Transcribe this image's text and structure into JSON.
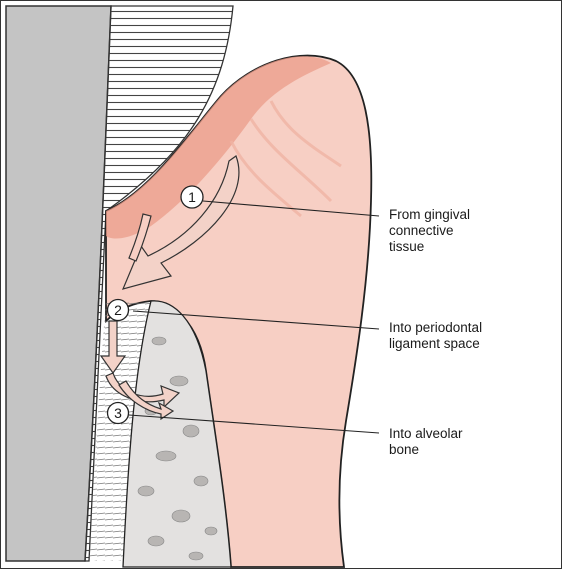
{
  "callouts": [
    {
      "number": "1",
      "line1": "From gingival",
      "line2": "connective",
      "line3": "tissue"
    },
    {
      "number": "2",
      "line1": "Into periodontal",
      "line2": "ligament space",
      "line3": ""
    },
    {
      "number": "3",
      "line1": "Into alveolar",
      "line2": "bone",
      "line3": ""
    }
  ],
  "colors": {
    "tooth": "#c4c4c4",
    "cementum_hatch": "#444444",
    "gingiva": "#f7cfc4",
    "gingiva_dark": "#eb9c8a",
    "bone": "#e3e1e0",
    "arrow_fill": "#f3d2c8"
  }
}
